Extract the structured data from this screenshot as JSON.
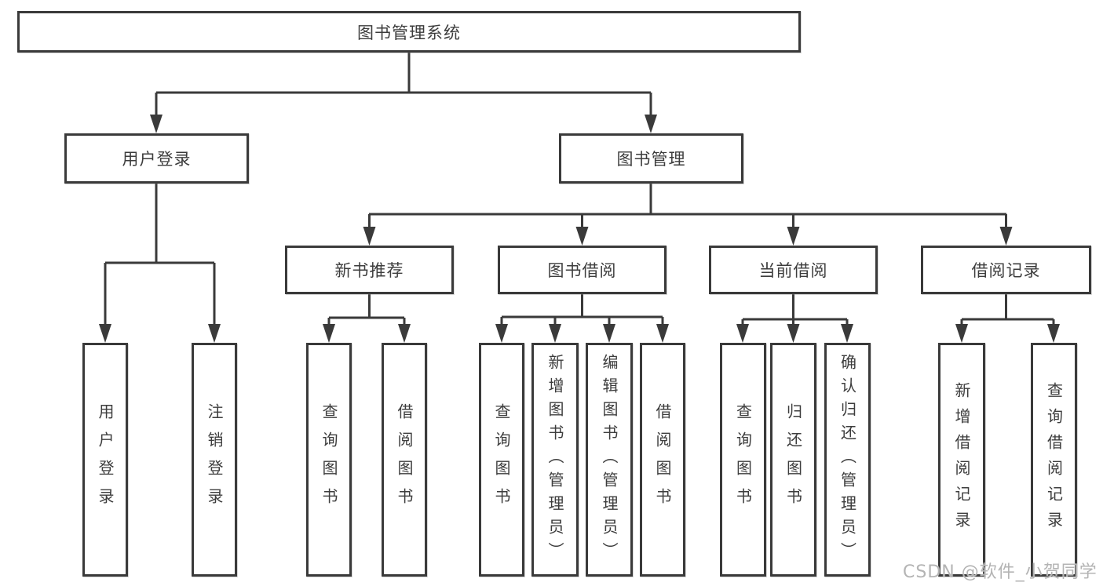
{
  "diagram": {
    "title_node": "图书管理系统",
    "root": {
      "label": "图书管理系统"
    },
    "branches": [
      {
        "label": "用户登录",
        "children": [
          {
            "label": "用户登录"
          },
          {
            "label": "注销登录"
          }
        ]
      },
      {
        "label": "图书管理",
        "children": [
          {
            "label": "新书推荐",
            "children": [
              {
                "label": "查询图书"
              },
              {
                "label": "借阅图书"
              }
            ]
          },
          {
            "label": "图书借阅",
            "children": [
              {
                "label": "查询图书"
              },
              {
                "label": "新增图书（管理员）"
              },
              {
                "label": "编辑图书（管理员）"
              },
              {
                "label": "借阅图书"
              }
            ]
          },
          {
            "label": "当前借阅",
            "children": [
              {
                "label": "查询图书"
              },
              {
                "label": "归还图书"
              },
              {
                "label": "确认归还（管理员）"
              }
            ]
          },
          {
            "label": "借阅记录",
            "children": [
              {
                "label": "新增借阅记录"
              },
              {
                "label": "查询借阅记录"
              }
            ]
          }
        ]
      }
    ]
  },
  "watermark": {
    "text": "CSDN @软件_小贺同学"
  },
  "colors": {
    "line": "#3a3a3a",
    "box_border": "#3a3a3a",
    "box_fill": "#ffffff",
    "text": "#3d3d3d",
    "watermark": "#b4b4b4",
    "background": "#ffffff"
  }
}
